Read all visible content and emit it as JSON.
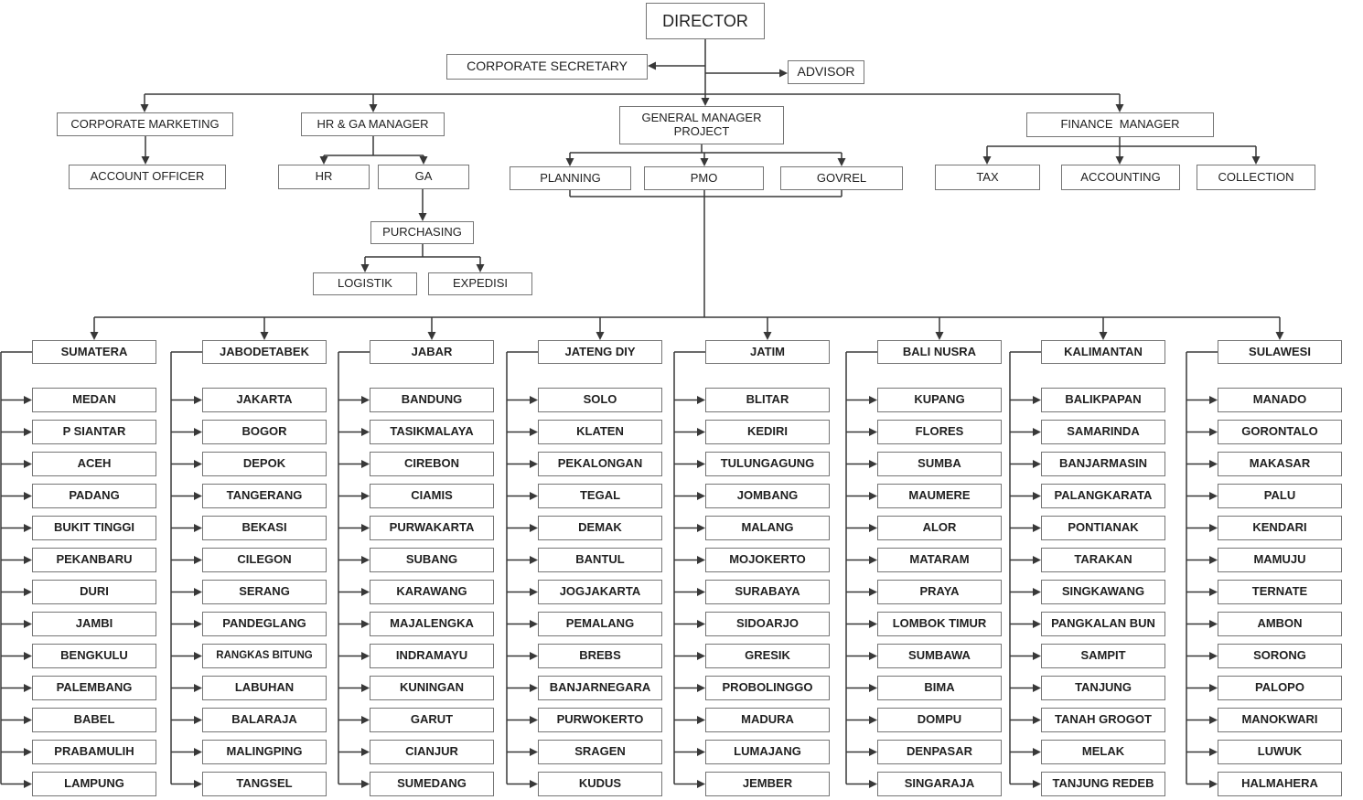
{
  "colors": {
    "line": "#383838",
    "box_border": "#757575",
    "text": "#212121",
    "background": "#ffffff"
  },
  "nodes": {
    "director": "DIRECTOR",
    "corporate_secretary": "CORPORATE SECRETARY",
    "advisor": "ADVISOR",
    "corporate_marketing": "CORPORATE MARKETING",
    "hr_ga_manager": "HR & GA MANAGER",
    "gm_project": "GENERAL MANAGER\nPROJECT",
    "finance_manager": "FINANCE  MANAGER",
    "account_officer": "ACCOUNT OFFICER",
    "hr": "HR",
    "ga": "GA",
    "planning": "PLANNING",
    "pmo": "PMO",
    "govrel": "GOVREL",
    "tax": "TAX",
    "accounting": "ACCOUNTING",
    "collection": "COLLECTION",
    "purchasing": "PURCHASING",
    "logistik": "LOGISTIK",
    "expedisi": "EXPEDISI"
  },
  "regions": [
    {
      "name": "SUMATERA",
      "cities": [
        "MEDAN",
        "P SIANTAR",
        "ACEH",
        "PADANG",
        "BUKIT TINGGI",
        "PEKANBARU",
        "DURI",
        "JAMBI",
        "BENGKULU",
        "PALEMBANG",
        "BABEL",
        "PRABAMULIH",
        "LAMPUNG"
      ]
    },
    {
      "name": "JABODETABEK",
      "cities": [
        "JAKARTA",
        "BOGOR",
        "DEPOK",
        "TANGERANG",
        "BEKASI",
        "CILEGON",
        "SERANG",
        "PANDEGLANG",
        "RANGKAS BITUNG",
        "LABUHAN",
        "BALARAJA",
        "MALINGPING",
        "TANGSEL"
      ]
    },
    {
      "name": "JABAR",
      "cities": [
        "BANDUNG",
        "TASIKMALAYA",
        "CIREBON",
        "CIAMIS",
        "PURWAKARTA",
        "SUBANG",
        "KARAWANG",
        "MAJALENGKA",
        "INDRAMAYU",
        "KUNINGAN",
        "GARUT",
        "CIANJUR",
        "SUMEDANG"
      ]
    },
    {
      "name": "JATENG DIY",
      "cities": [
        "SOLO",
        "KLATEN",
        "PEKALONGAN",
        "TEGAL",
        "DEMAK",
        "BANTUL",
        "JOGJAKARTA",
        "PEMALANG",
        "BREBS",
        "BANJARNEGARA",
        "PURWOKERTO",
        "SRAGEN",
        "KUDUS"
      ]
    },
    {
      "name": "JATIM",
      "cities": [
        "BLITAR",
        "KEDIRI",
        "TULUNGAGUNG",
        "JOMBANG",
        "MALANG",
        "MOJOKERTO",
        "SURABAYA",
        "SIDOARJO",
        "GRESIK",
        "PROBOLINGGO",
        "MADURA",
        "LUMAJANG",
        "JEMBER"
      ]
    },
    {
      "name": "BALI NUSRA",
      "cities": [
        "KUPANG",
        "FLORES",
        "SUMBA",
        "MAUMERE",
        "ALOR",
        "MATARAM",
        "PRAYA",
        "LOMBOK TIMUR",
        "SUMBAWA",
        "BIMA",
        "DOMPU",
        "DENPASAR",
        "SINGARAJA"
      ]
    },
    {
      "name": "KALIMANTAN",
      "cities": [
        "BALIKPAPAN",
        "SAMARINDA",
        "BANJARMASIN",
        "PALANGKARATA",
        "PONTIANAK",
        "TARAKAN",
        "SINGKAWANG",
        "PANGKALAN BUN",
        "SAMPIT",
        "TANJUNG",
        "TANAH GROGOT",
        "MELAK",
        "TANJUNG REDEB"
      ]
    },
    {
      "name": "SULAWESI",
      "cities": [
        "MANADO",
        "GORONTALO",
        "MAKASAR",
        "PALU",
        "KENDARI",
        "MAMUJU",
        "TERNATE",
        "AMBON",
        "SORONG",
        "PALOPO",
        "MANOKWARI",
        "LUWUK",
        "HALMAHERA"
      ]
    }
  ]
}
